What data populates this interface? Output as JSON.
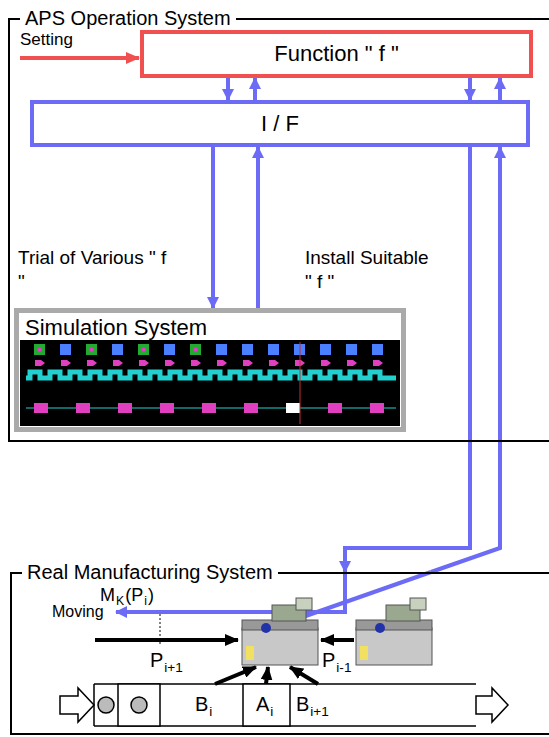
{
  "diagram": {
    "nodes": [
      {
        "text": [
          "APS Operation System"
        ]
      },
      {
        "text": [
          "Function \" f \""
        ],
        "in": 0
      },
      {
        "text": [
          "I / F"
        ],
        "in": 0
      },
      {
        "text": [
          "Simulation System"
        ],
        "in": 0
      },
      {
        "text": [
          "Real Manufacturing System"
        ]
      }
    ],
    "edges": [
      {
        "from": 1,
        "to": 2,
        "arrow": "to"
      },
      {
        "from": 2,
        "to": 1,
        "arrow": "to"
      },
      {
        "from": 1,
        "to": 2,
        "arrow": "to"
      },
      {
        "from": 2,
        "to": 1,
        "arrow": "to"
      },
      {
        "from": 2,
        "to": 3,
        "label": "Trial of Various \" f \"",
        "arrow": "to"
      },
      {
        "from": 3,
        "to": 2,
        "arrow": "to"
      },
      {
        "from": 2,
        "to": 4,
        "label": "Install Suitable \" f \"",
        "arrow": "to"
      },
      {
        "from": 4,
        "to": 2,
        "arrow": "to"
      }
    ],
    "labels": [
      "Setting",
      "M",
      "K",
      "(P",
      "i",
      ")",
      "Moving",
      "P",
      "i+1",
      "P",
      "i-1",
      "B",
      "i",
      "A",
      "i",
      "B",
      "i+1"
    ]
  }
}
